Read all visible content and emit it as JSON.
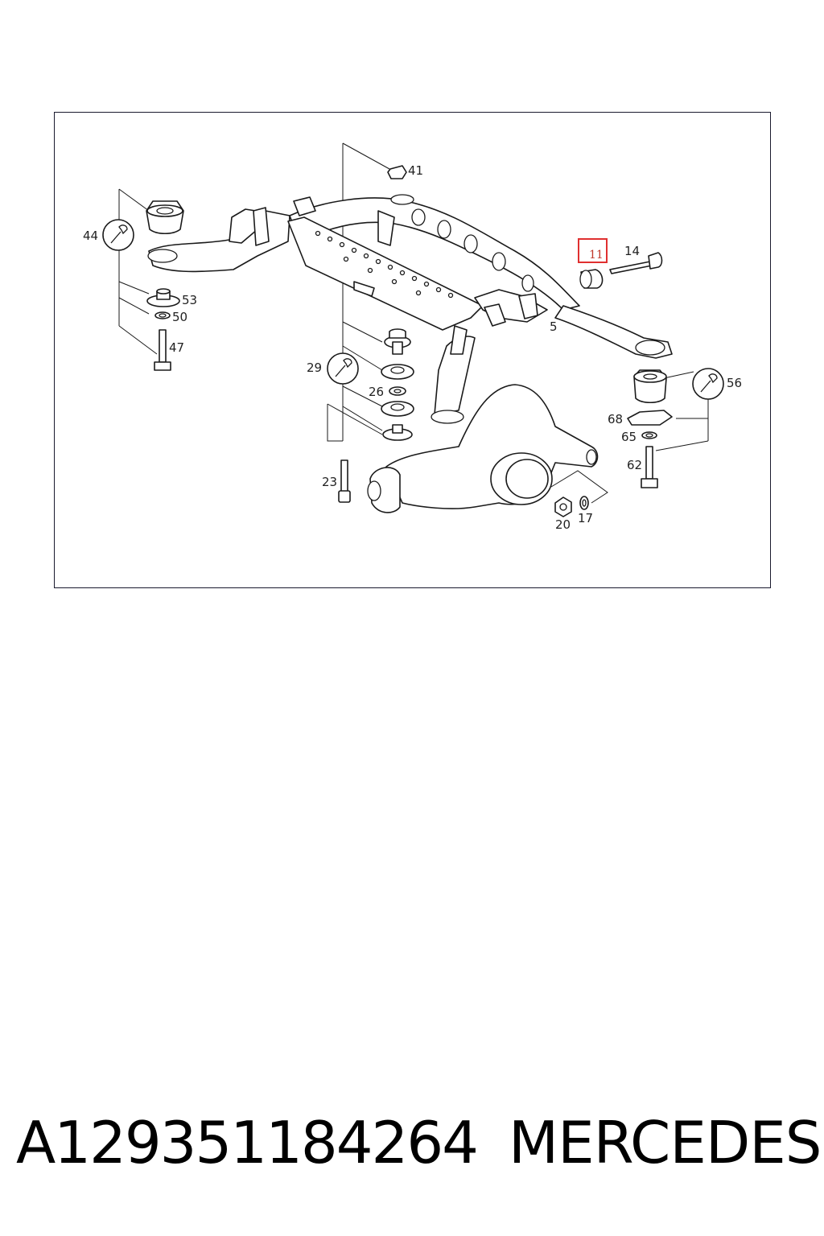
{
  "callouts": {
    "c41": "41",
    "c44": "44",
    "c53": "53",
    "c50": "50",
    "c47": "47",
    "c11": "11",
    "c14": "14",
    "c5": "5",
    "c29": "29",
    "c26": "26",
    "c56": "56",
    "c68": "68",
    "c65": "65",
    "c62": "62",
    "c23": "23",
    "c20": "20",
    "c17": "17"
  },
  "highlight": {
    "label": "11",
    "color": "#e03030"
  },
  "footer": {
    "part_number": "A129351184264",
    "brand": "MERCEDES"
  }
}
